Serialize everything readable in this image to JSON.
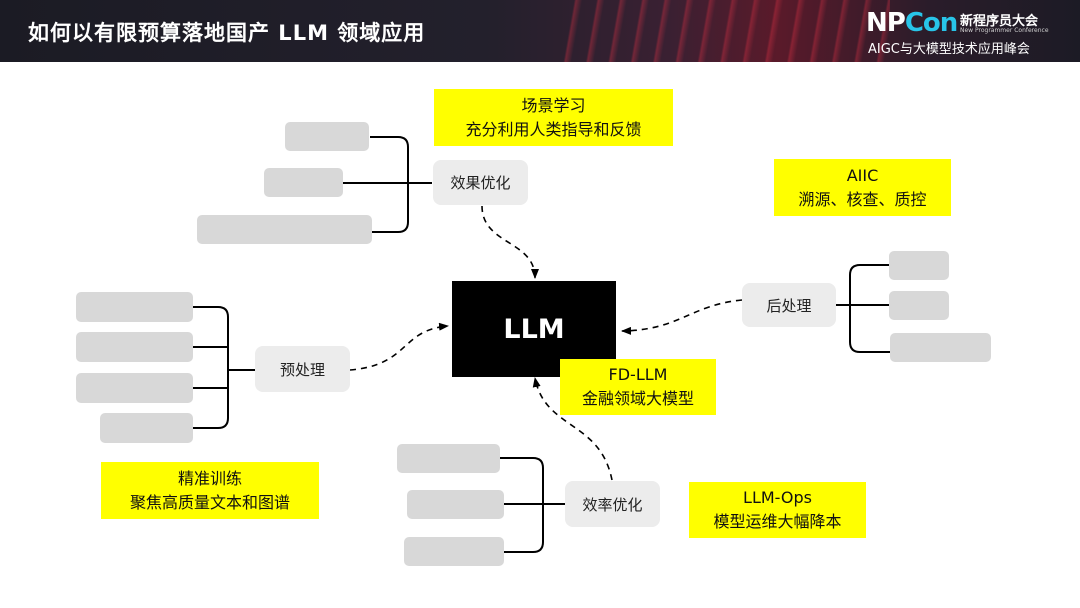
{
  "header": {
    "title": "如何以有限预算落地国产 LLM 领域应用",
    "logo_np": "NP",
    "logo_con": "Con",
    "logo_cn": "新程序员大会",
    "logo_en": "New Programmer Conference",
    "logo_sub": "AIGC与大模型技术应用峰会"
  },
  "diagram": {
    "center": "LLM",
    "nodes": {
      "effect_opt": "效果优化",
      "preprocess": "预处理",
      "postprocess": "后处理",
      "efficiency_opt": "效率优化"
    },
    "notes": {
      "scene_learning": [
        "场景学习",
        "充分利用人类指导和反馈"
      ],
      "aiic": [
        "AIIC",
        "溯源、核查、质控"
      ],
      "fd_llm": [
        "FD-LLM",
        "金融领域大模型"
      ],
      "precise_training": [
        "精准训练",
        "聚焦高质量文本和图谱"
      ],
      "llm_ops": [
        "LLM-Ops",
        "模型运维大幅降本"
      ]
    }
  },
  "colors": {
    "highlight": "#ffff00",
    "node_bg": "#ececec",
    "placeholder": "#d8d8d8",
    "center_bg": "#000000"
  }
}
